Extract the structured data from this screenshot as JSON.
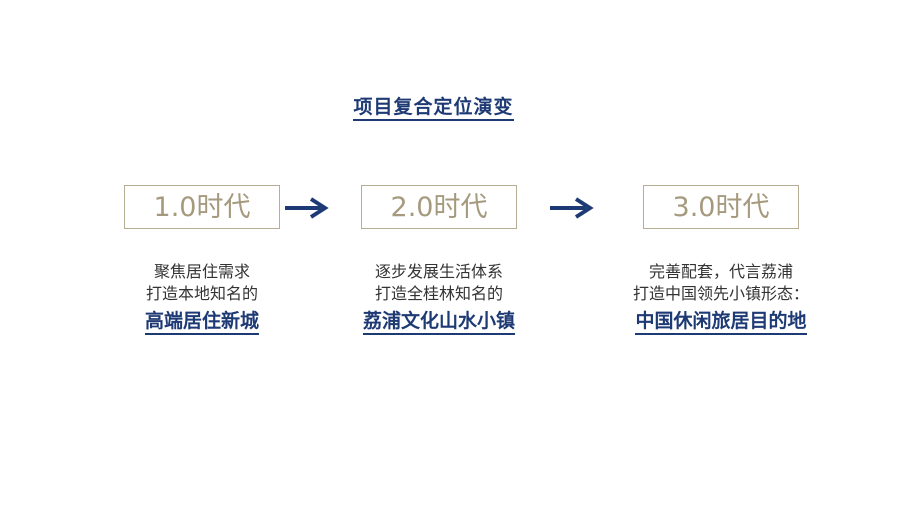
{
  "page": {
    "title": "项目复合定位演变"
  },
  "stages": [
    {
      "label": "1.0时代",
      "line1": "聚焦居住需求",
      "line2": "打造本地知名的",
      "highlight": "高端居住新城"
    },
    {
      "label": "2.0时代",
      "line1": "逐步发展生活体系",
      "line2": "打造全桂林知名的",
      "highlight": "荔浦文化山水小镇"
    },
    {
      "label": "3.0时代",
      "line1": "完善配套，代言荔浦",
      "line2": "打造中国领先小镇形态：",
      "highlight": "中国休闲旅居目的地"
    }
  ],
  "colors": {
    "accent": "#1e3a75",
    "box_text": "#a69a7e",
    "box_border": "#b7ac94",
    "body_text": "#333333"
  },
  "icons": [
    "arrow-right-icon",
    "arrow-right-icon"
  ]
}
